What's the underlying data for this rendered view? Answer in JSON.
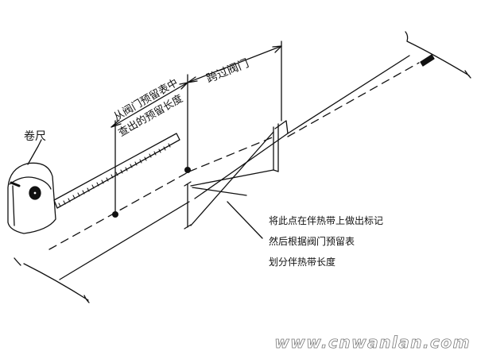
{
  "labels": {
    "tape_measure": "卷尺",
    "valve_span": "跨过阀门",
    "lookup_line1": "从阀门预留表中",
    "lookup_line2": "查出的预留长度",
    "note_line1": "将此点在伴热带上做出标记",
    "note_line2": "然后根据阀门预留表",
    "note_line3": "划分伴热带长度"
  },
  "watermark": "www.cnwanlan.com",
  "colors": {
    "ink": "#111111",
    "background": "#ffffff",
    "watermark_outline": "#7a7a7a"
  }
}
